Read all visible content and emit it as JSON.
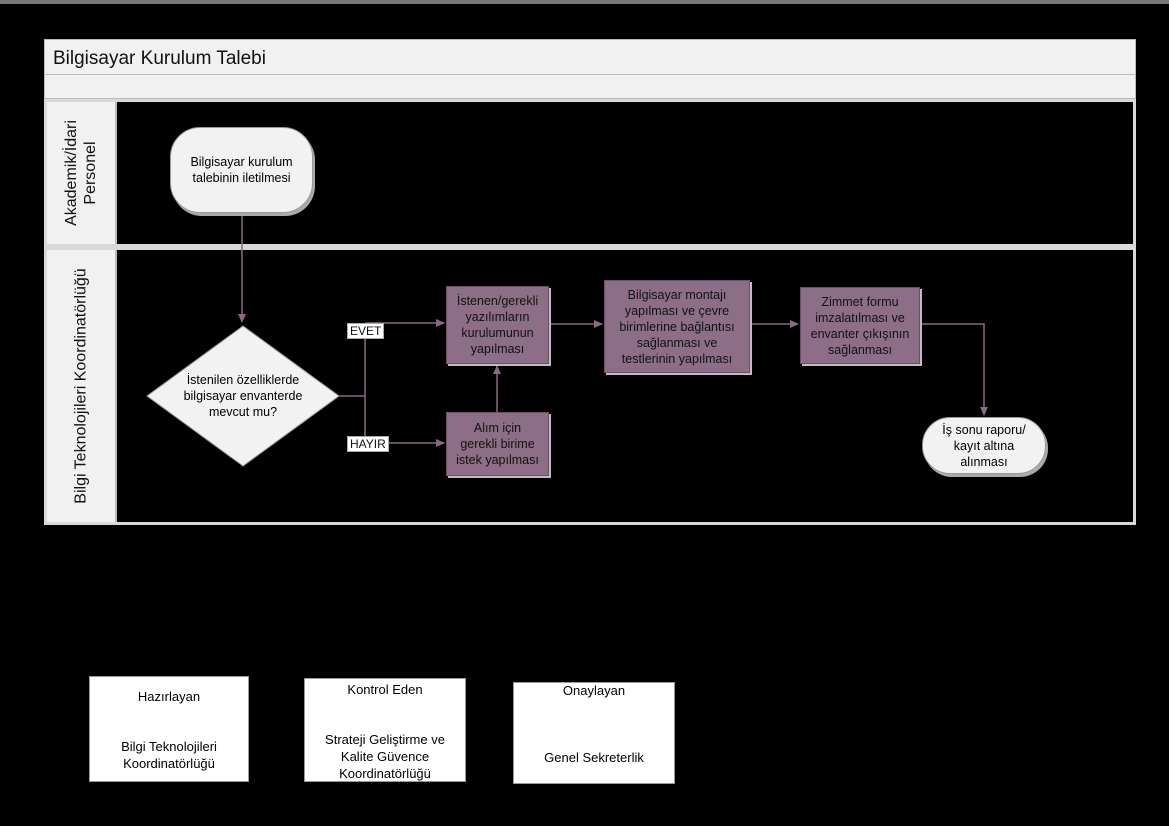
{
  "title": "Bilgisayar Kurulum Talebi",
  "lanes": [
    {
      "label": "Akademik/İdari\nPersonel"
    },
    {
      "label": "Bilgi Teknolojileri Koordinatörlüğü"
    }
  ],
  "nodes": {
    "start": "Bilgisayar kurulum\ntalebinin iletilmesi",
    "decision": "İstenilen özelliklerde\nbilgisayar envanterde\nmevcut mu?",
    "install_software": "İstenen/gerekli\nyazılımların\nkurulumunun\nyapılması",
    "purchase_request": "Alım için\ngerekli birime\nistek yapılması",
    "assembly": "Bilgisayar montajı\nyapılması ve çevre\nbirimlerine bağlantısı\nsağlanması ve\ntestlerinin yapılması",
    "debit": "Zimmet formu\nimzalatılması ve\nenvanter çıkışının\nsağlanması",
    "end": "İş sonu raporu/\nkayıt altına\nalınması"
  },
  "edge_labels": {
    "yes": "EVET",
    "no": "HAYIR"
  },
  "signatures": [
    {
      "heading": "Hazırlayan",
      "body": "Bilgi Teknolojileri\nKoordinatörlüğü"
    },
    {
      "heading": "Kontrol Eden",
      "body": "Strateji Geliştirme ve\nKalite Güvence\nKoordinatörlüğü"
    },
    {
      "heading": "Onaylayan",
      "body": "Genel Sekreterlik"
    }
  ],
  "colors": {
    "process_fill": "#8c6f86",
    "connector": "#8a6a82",
    "terminal_fill": "#f2f2f2"
  }
}
